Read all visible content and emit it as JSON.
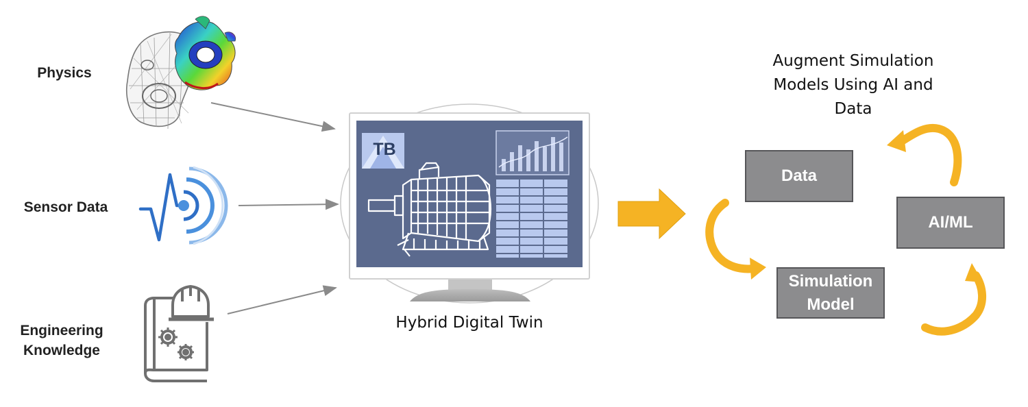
{
  "inputs": [
    {
      "label": "Physics",
      "icon": "physics-mesh-icon"
    },
    {
      "label": "Sensor Data",
      "icon": "sensor-signal-icon"
    },
    {
      "label": "Engineering Knowledge",
      "label_line1": "Engineering",
      "label_line2": "Knowledge",
      "icon": "engineering-book-icon"
    }
  ],
  "twin": {
    "caption": "Hybrid Digital Twin",
    "logo_text": "TB",
    "icon": "monitor-motor-icon"
  },
  "cycle": {
    "title_line1": "Augment Simulation",
    "title_line2": "Models Using AI and",
    "title_line3": "Data",
    "nodes": {
      "data": "Data",
      "aiml": "AI/ML",
      "sim_line1": "Simulation",
      "sim_line2": "Model"
    }
  },
  "colors": {
    "arrow_orange": "#f5b324",
    "box_fill": "#8c8c8e",
    "screen_blue": "#5b6a8e",
    "light_blue": "#b9c9ee"
  }
}
